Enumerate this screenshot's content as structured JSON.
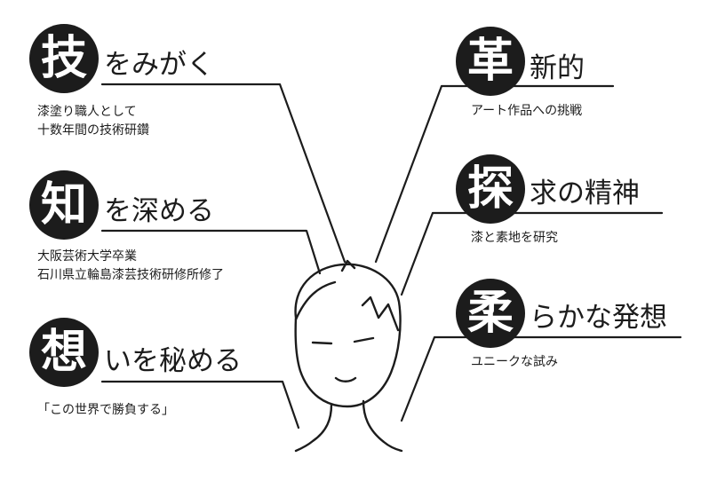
{
  "items": [
    {
      "kanji": "技",
      "title": "をみがく",
      "lines": [
        "漆塗り職人として",
        "十数年間の技術研鑽"
      ]
    },
    {
      "kanji": "知",
      "title": "を深める",
      "lines": [
        "大阪芸術大学卒業",
        "石川県立輪島漆芸技術研修所修了"
      ]
    },
    {
      "kanji": "想",
      "title": "いを秘める",
      "lines": [
        "「この世界で勝負する」"
      ]
    },
    {
      "kanji": "革",
      "title": "新的",
      "lines": [
        "アート作品への挑戦"
      ]
    },
    {
      "kanji": "探",
      "title": "求の精神",
      "lines": [
        "漆と素地を研究"
      ]
    },
    {
      "kanji": "柔",
      "title": "らかな発想",
      "lines": [
        "ユニークな試み"
      ]
    }
  ]
}
